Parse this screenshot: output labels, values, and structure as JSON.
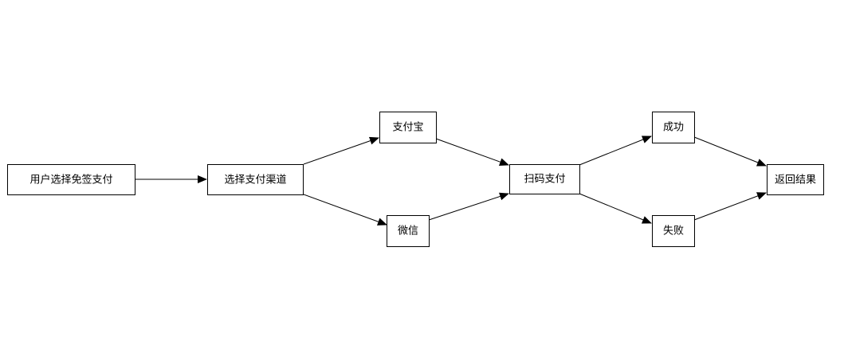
{
  "diagram": {
    "type": "flowchart",
    "nodes": {
      "start": {
        "label": "用户选择免签支付"
      },
      "choose": {
        "label": "选择支付渠道"
      },
      "alipay": {
        "label": "支付宝"
      },
      "wechat": {
        "label": "微信"
      },
      "scan": {
        "label": "扫码支付"
      },
      "success": {
        "label": "成功"
      },
      "fail": {
        "label": "失败"
      },
      "result": {
        "label": "返回结果"
      }
    },
    "edges": [
      {
        "from": "start",
        "to": "choose"
      },
      {
        "from": "choose",
        "to": "alipay"
      },
      {
        "from": "choose",
        "to": "wechat"
      },
      {
        "from": "alipay",
        "to": "scan"
      },
      {
        "from": "wechat",
        "to": "scan"
      },
      {
        "from": "scan",
        "to": "success"
      },
      {
        "from": "scan",
        "to": "fail"
      },
      {
        "from": "success",
        "to": "result"
      },
      {
        "from": "fail",
        "to": "result"
      }
    ]
  }
}
